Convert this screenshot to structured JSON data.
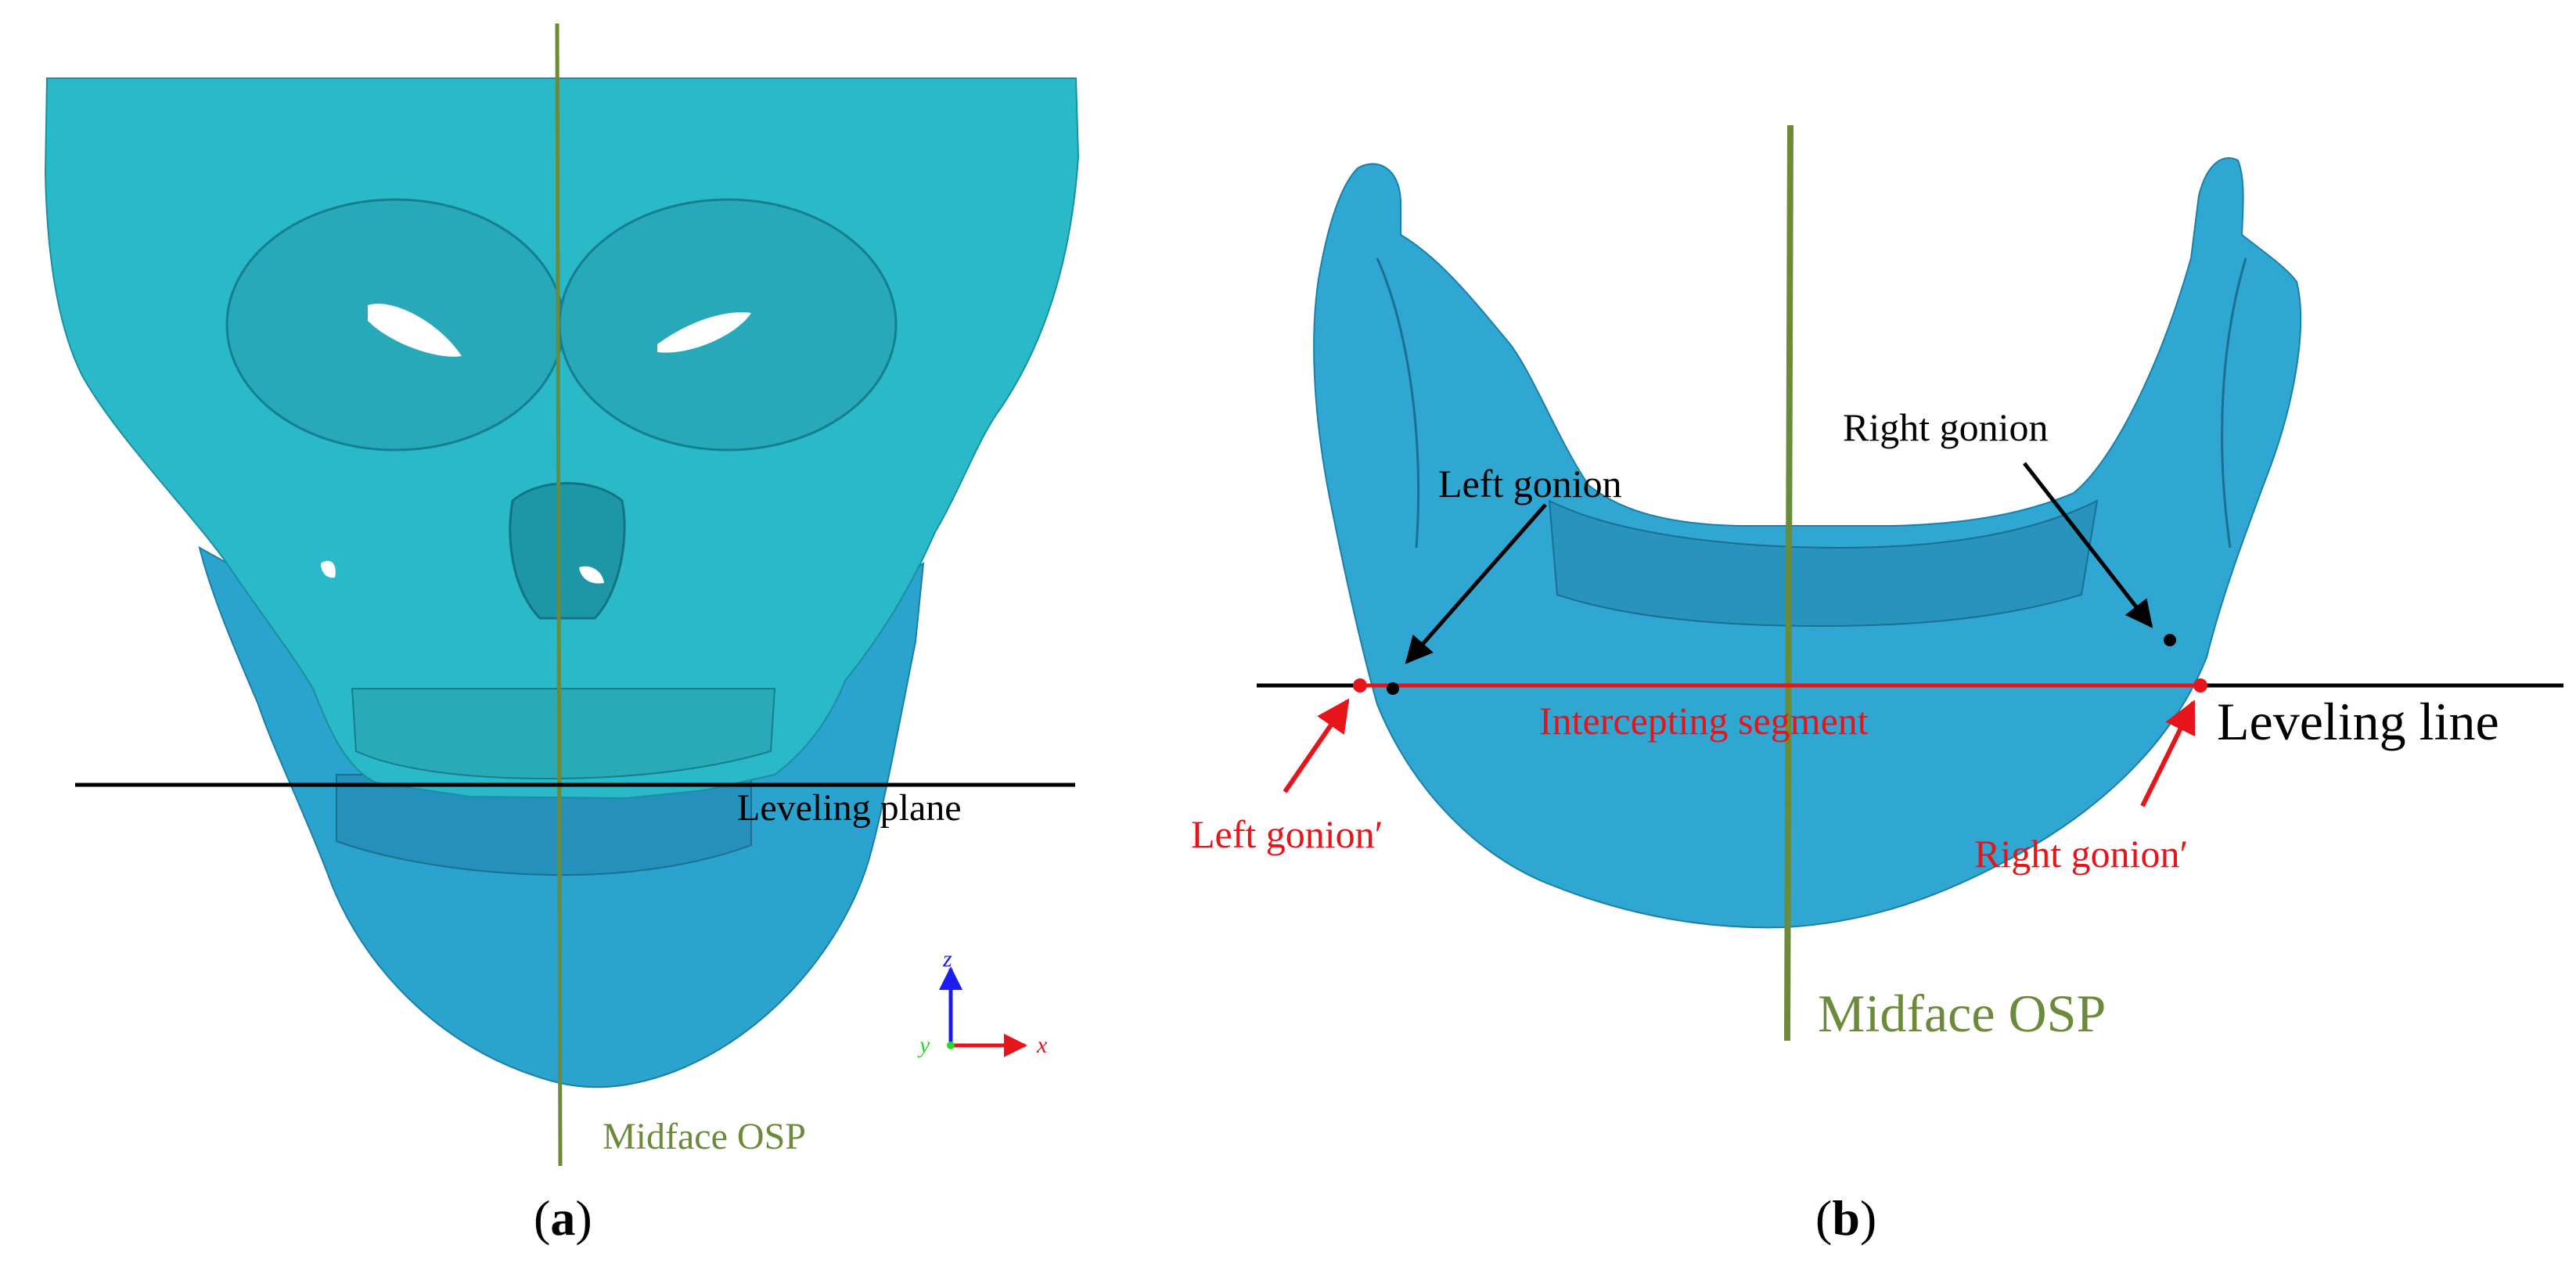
{
  "panel_a": {
    "label_open": "(",
    "label_letter": "a",
    "label_close": ")",
    "leveling_plane": "Leveling plane",
    "midface_osp": "Midface OSP",
    "axes": {
      "z": "z",
      "y": "y",
      "x": "x"
    }
  },
  "panel_b": {
    "label_open": "(",
    "label_letter": "b",
    "label_close": ")",
    "left_gonion": "Left gonion",
    "right_gonion": "Right gonion",
    "intercepting_segment": "Intercepting segment",
    "leveling_line": "Leveling line",
    "left_gonion_prime": "Left gonion′",
    "right_gonion_prime": "Right gonion′",
    "midface_osp": "Midface OSP"
  },
  "colors": {
    "skull": "#2ab9c9",
    "skull_dark": "#1d97a8",
    "mandible_a": "#2aa3cf",
    "mandible_b": "#2fa7d2",
    "osp_line": "#6b8a3a",
    "label_red": "#e8141b",
    "axis_z": "#1c1cf0",
    "axis_y": "#2bd62b",
    "axis_x": "#e8141b"
  }
}
